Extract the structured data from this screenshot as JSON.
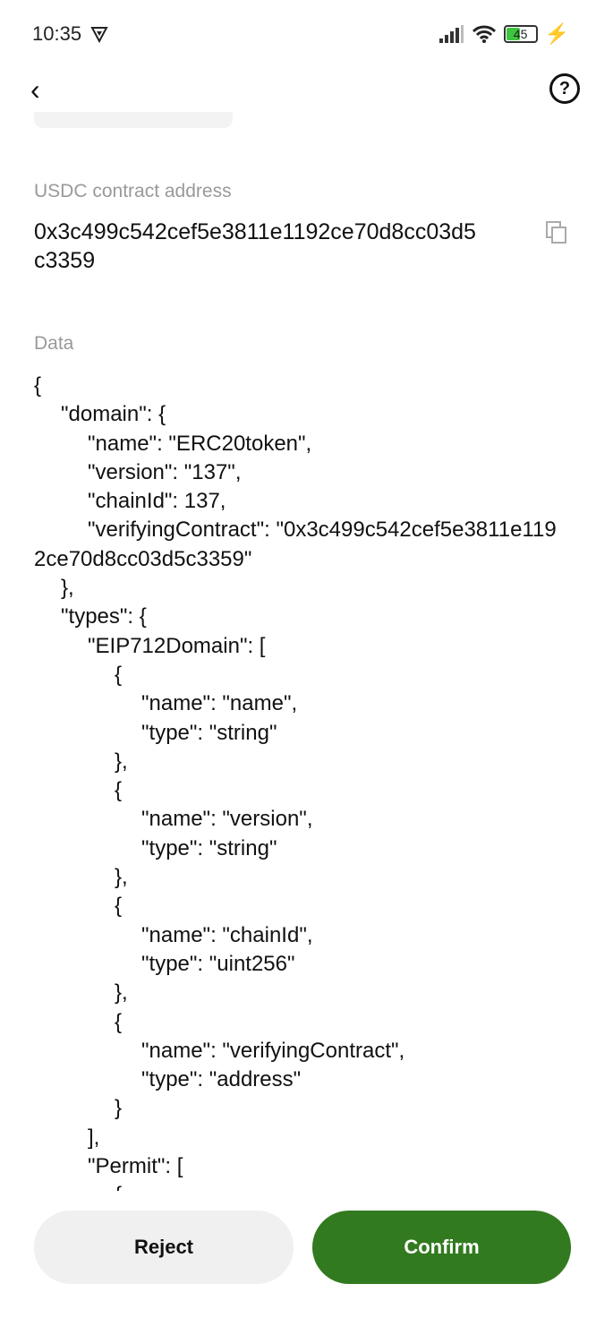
{
  "status_bar": {
    "time": "10:35",
    "battery": "45",
    "icons": [
      "vpn-shield-icon",
      "signal-icon",
      "wifi-icon",
      "battery-icon",
      "charging-icon"
    ]
  },
  "header": {
    "back_icon": "chevron-left-icon",
    "help_icon": "question-circle-icon"
  },
  "contract": {
    "label": "USDC contract address",
    "value": "0x3c499c542cef5e3811e1192ce70d8cc03d5c3359",
    "copy_icon": "copy-icon"
  },
  "data_section": {
    "label": "Data",
    "lines": [
      {
        "indent": 0,
        "text": "{"
      },
      {
        "indent": 1,
        "text": "\"domain\": {"
      },
      {
        "indent": 2,
        "text": "\"name\": \"ERC20token\","
      },
      {
        "indent": 2,
        "text": "\"version\": \"137\","
      },
      {
        "indent": 2,
        "text": "\"chainId\": 137,"
      },
      {
        "indent": 2,
        "text": "\"verifyingContract\": \"0x3c499c542cef5e3811e1192ce70d8cc03d5c3359\""
      },
      {
        "indent": 1,
        "text": "},"
      },
      {
        "indent": 1,
        "text": "\"types\": {"
      },
      {
        "indent": 2,
        "text": "\"EIP712Domain\": ["
      },
      {
        "indent": 3,
        "text": "{"
      },
      {
        "indent": 4,
        "text": "\"name\": \"name\","
      },
      {
        "indent": 4,
        "text": "\"type\": \"string\""
      },
      {
        "indent": 3,
        "text": "},"
      },
      {
        "indent": 3,
        "text": "{"
      },
      {
        "indent": 4,
        "text": "\"name\": \"version\","
      },
      {
        "indent": 4,
        "text": "\"type\": \"string\""
      },
      {
        "indent": 3,
        "text": "},"
      },
      {
        "indent": 3,
        "text": "{"
      },
      {
        "indent": 4,
        "text": "\"name\": \"chainId\","
      },
      {
        "indent": 4,
        "text": "\"type\": \"uint256\""
      },
      {
        "indent": 3,
        "text": "},"
      },
      {
        "indent": 3,
        "text": "{"
      },
      {
        "indent": 4,
        "text": "\"name\": \"verifyingContract\","
      },
      {
        "indent": 4,
        "text": "\"type\": \"address\""
      },
      {
        "indent": 3,
        "text": "}"
      },
      {
        "indent": 2,
        "text": "],"
      },
      {
        "indent": 2,
        "text": "\"Permit\": ["
      },
      {
        "indent": 3,
        "text": "{"
      }
    ]
  },
  "actions": {
    "reject": "Reject",
    "confirm": "Confirm",
    "confirm_color": "#327a1f"
  }
}
